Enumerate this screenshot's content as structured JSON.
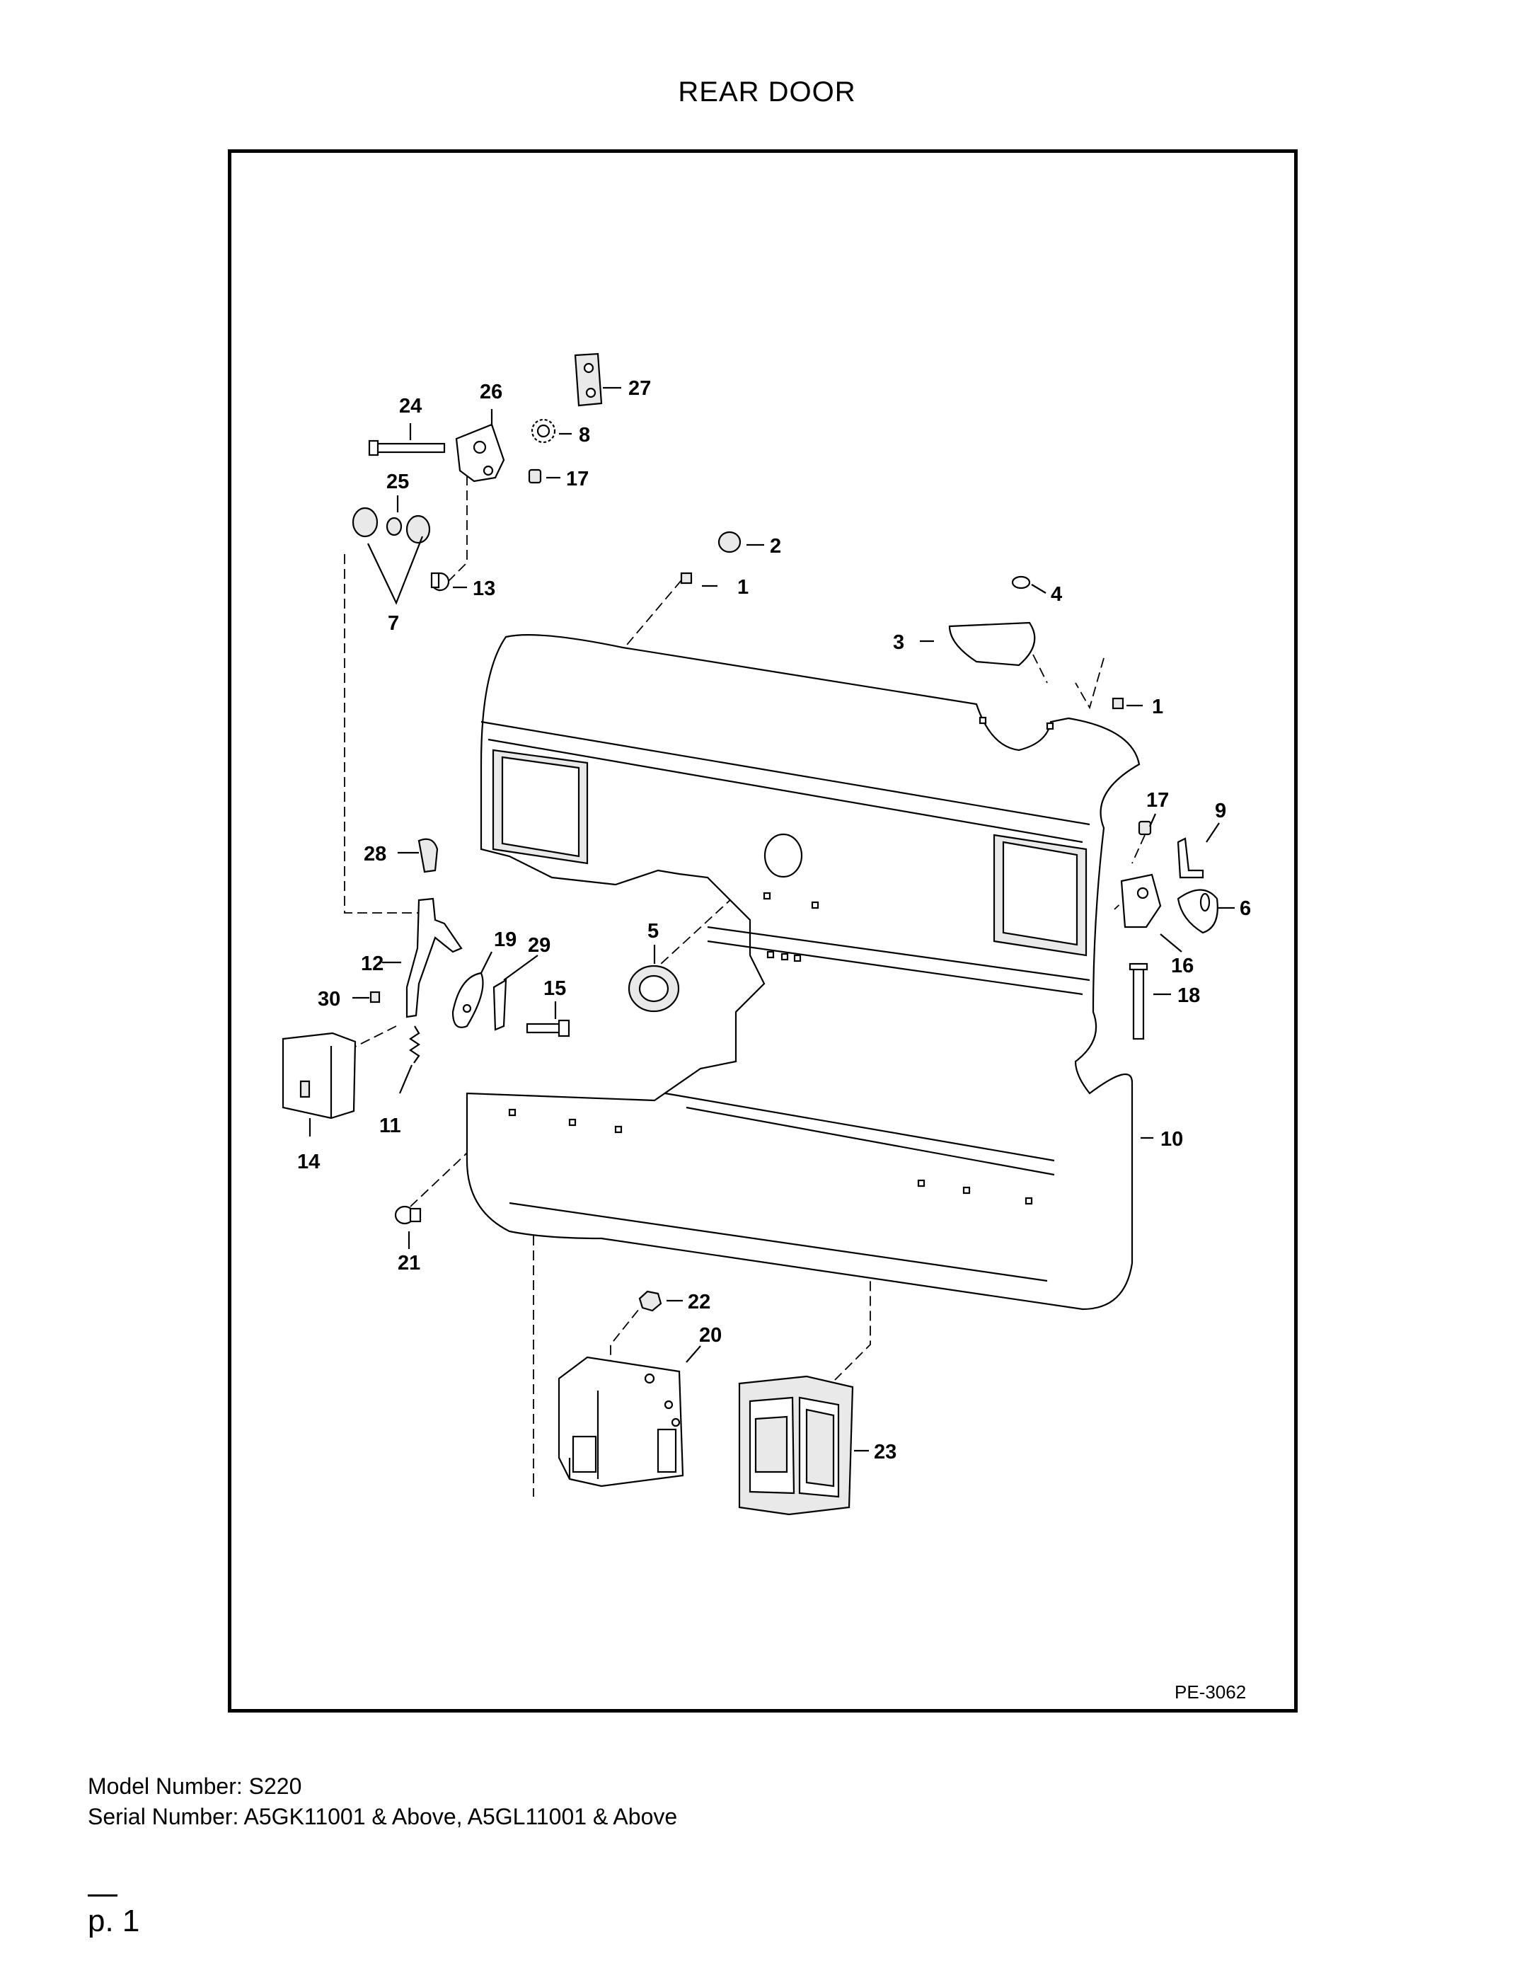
{
  "title": "REAR DOOR",
  "drawing_number": "PE-3062",
  "model_line": "Model Number: S220",
  "serial_line": "Serial Number: A5GK11001 & Above, A5GL11001 & Above",
  "page_number": "p. 1",
  "callouts": {
    "c1a": "1",
    "c1b": "1",
    "c2": "2",
    "c3": "3",
    "c4": "4",
    "c5": "5",
    "c6": "6",
    "c7": "7",
    "c8": "8",
    "c9": "9",
    "c10": "10",
    "c11": "11",
    "c12": "12",
    "c13": "13",
    "c14": "14",
    "c15": "15",
    "c16": "16",
    "c17a": "17",
    "c17b": "17",
    "c18": "18",
    "c19": "19",
    "c20": "20",
    "c21": "21",
    "c22": "22",
    "c23": "23",
    "c24": "24",
    "c25": "25",
    "c26": "26",
    "c27": "27",
    "c28": "28",
    "c29": "29",
    "c30": "30"
  }
}
